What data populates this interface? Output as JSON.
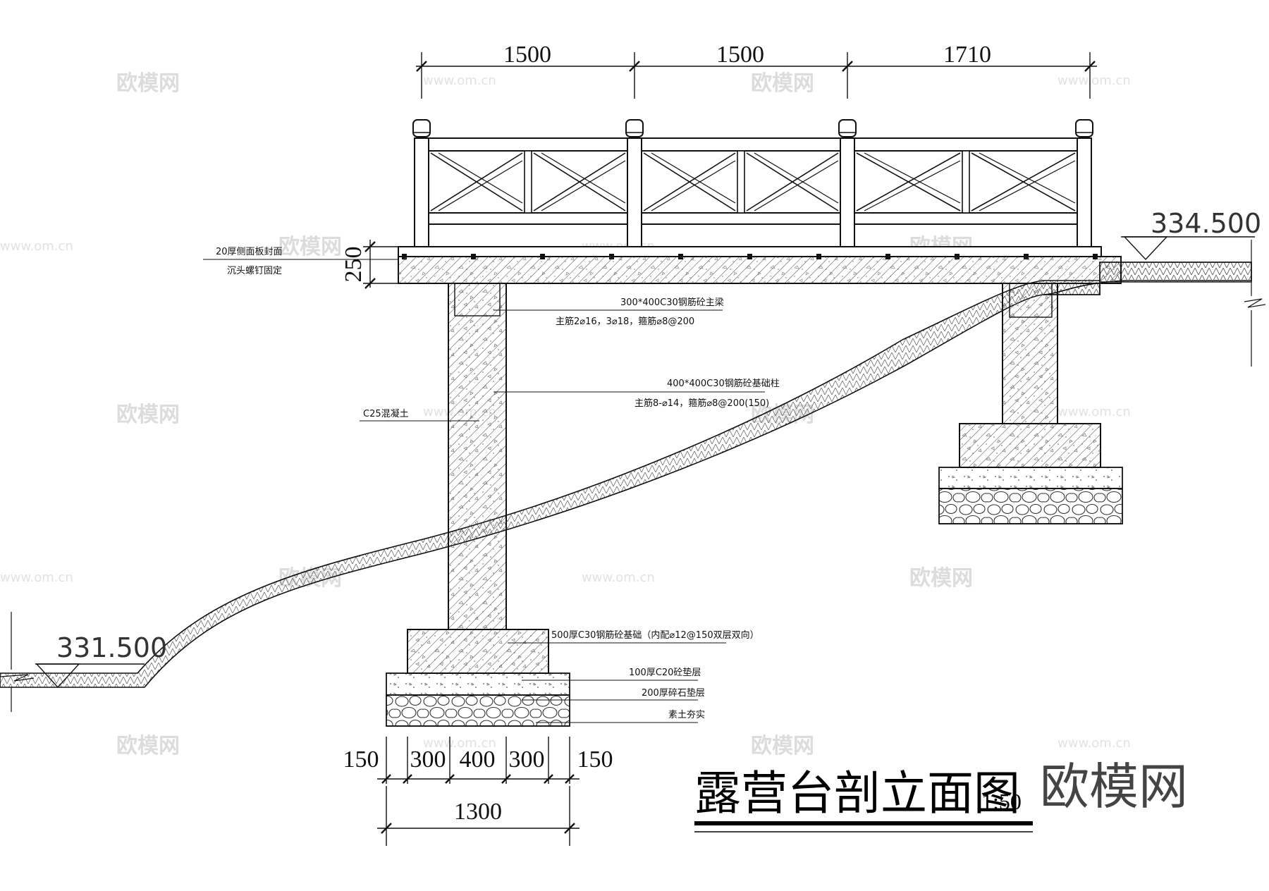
{
  "drawing": {
    "title": "露营台剖立面图",
    "scale": "1:50",
    "brand_mark": "欧模网",
    "watermark_logo": "欧模网",
    "watermark_url": "www.om.cn"
  },
  "dimensions": {
    "top": [
      "1500",
      "1500",
      "1710"
    ],
    "deck_thickness": "250",
    "footing_parts": [
      "150",
      "300",
      "400",
      "300",
      "150"
    ],
    "footing_total": "1300"
  },
  "elevations": {
    "high": "334.500",
    "low": "331.500"
  },
  "notes": {
    "side_panel_line1": "20厚侧面板封面",
    "side_panel_line2": "沉头螺钉固定",
    "main_beam_line1": "300*400C30钢筋砼主梁",
    "main_beam_line2": "主筋2⌀16，3⌀18，箍筋⌀8@200",
    "column_line1": "400*400C30钢筋砼基础柱",
    "column_line2": "主筋8-⌀14，箍筋⌀8@200(150)",
    "concrete": "C25混凝土",
    "footing": "500厚C30钢筋砼基础（内配⌀12@150双层双向）",
    "cushion": "100厚C20砼垫层",
    "gravel": "200厚碎石垫层",
    "soil": "素土夯实"
  }
}
